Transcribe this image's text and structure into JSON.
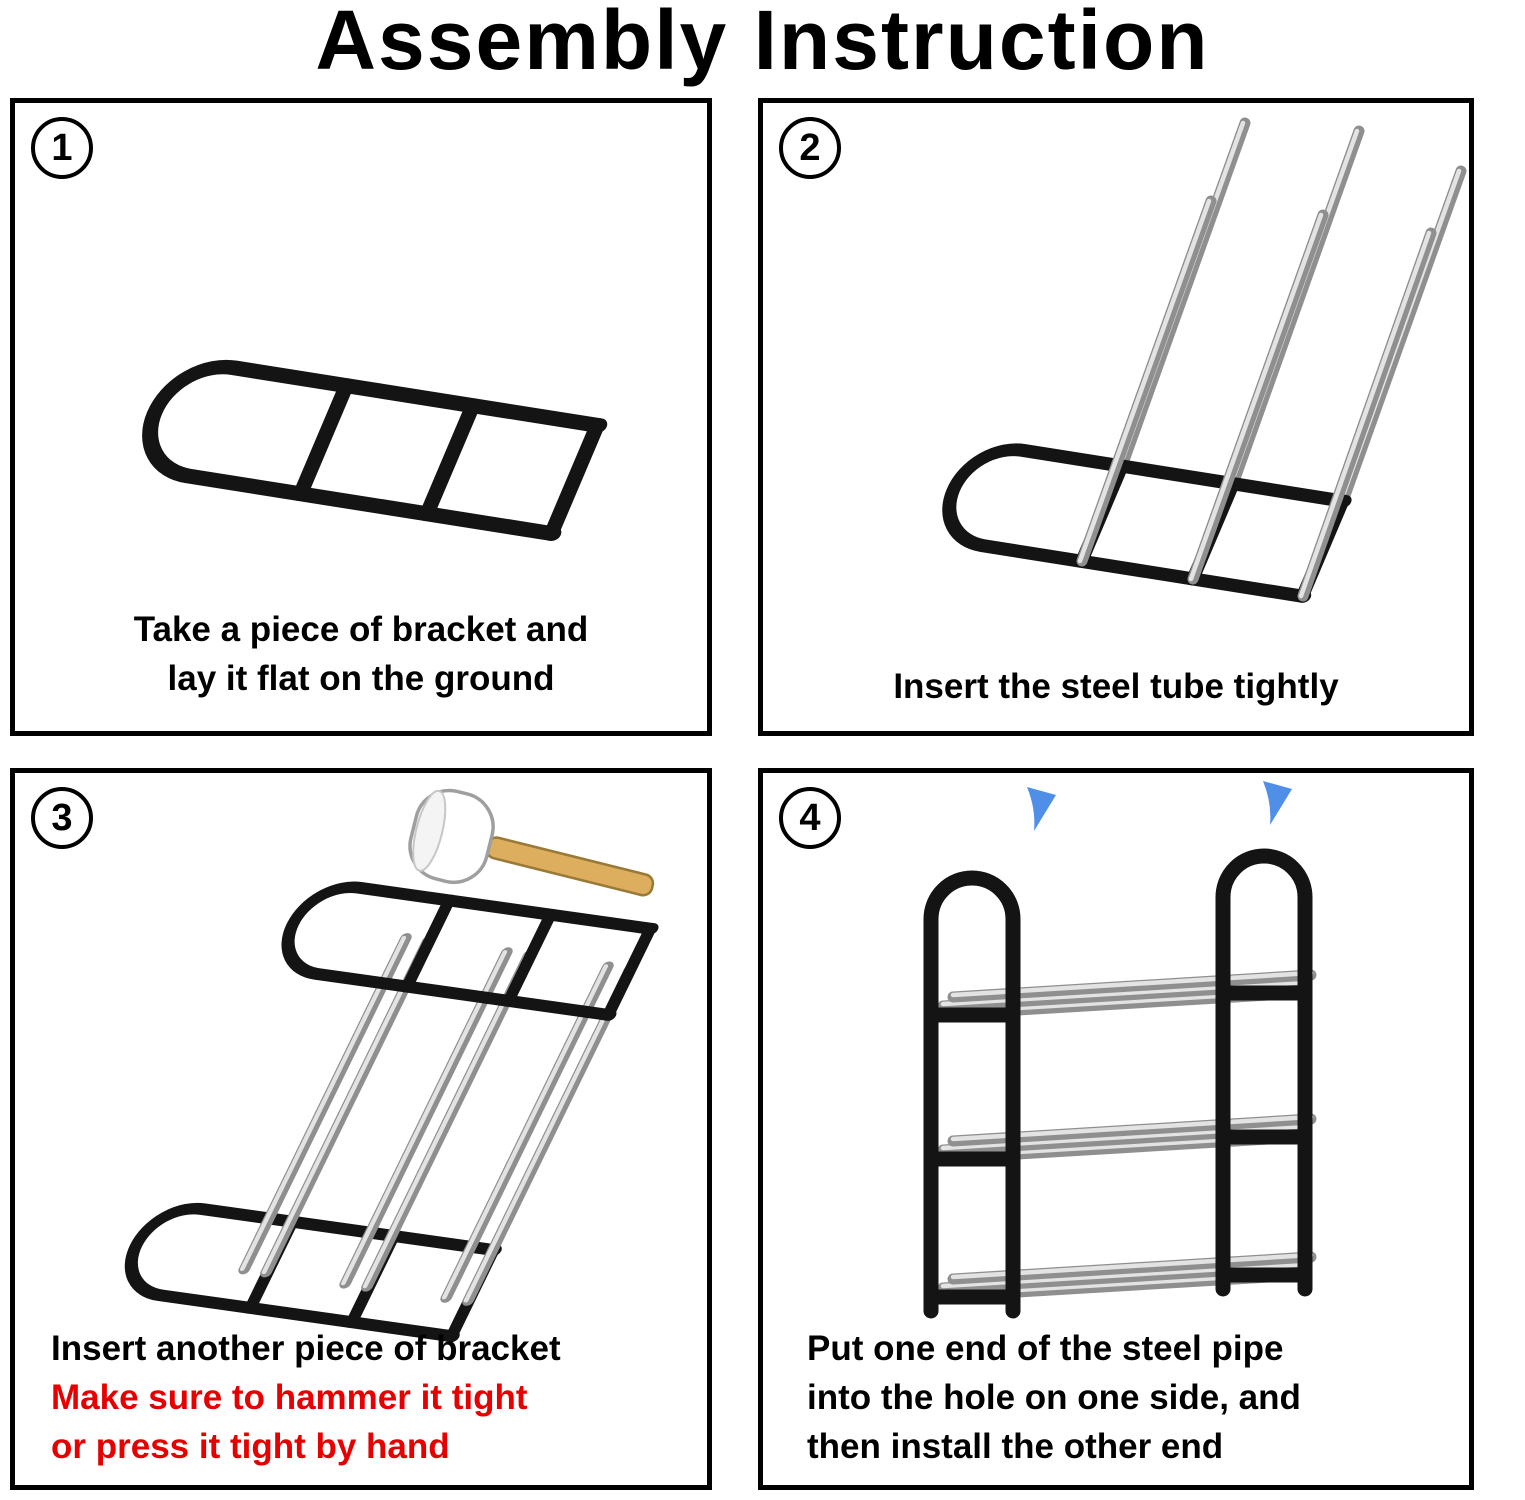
{
  "title": "Assembly Instruction",
  "panels": [
    {
      "number": "1",
      "caption_lines": [
        "Take a piece of bracket and",
        "lay it flat on the ground"
      ]
    },
    {
      "number": "2",
      "caption_lines": [
        "Insert the steel tube tightly"
      ]
    },
    {
      "number": "3",
      "caption_lines": [
        "Insert another piece of bracket"
      ],
      "warning_lines": [
        "Make sure to hammer it tight",
        "or press it tight by hand"
      ]
    },
    {
      "number": "4",
      "caption_lines": [
        "Put one end of the steel pipe",
        "into the hole on one side, and",
        "then install the other end"
      ]
    }
  ],
  "icons": {
    "mallet": "rubber-mallet",
    "arrow": "blue-down-arrow"
  },
  "colors": {
    "frame_black": "#141414",
    "tube_silver": "#bdbdbd",
    "warning_text": "#e60000",
    "arrow_blue": "#4f8fe8",
    "mallet_head": "#ffffff",
    "mallet_handle": "#dcae5d"
  }
}
